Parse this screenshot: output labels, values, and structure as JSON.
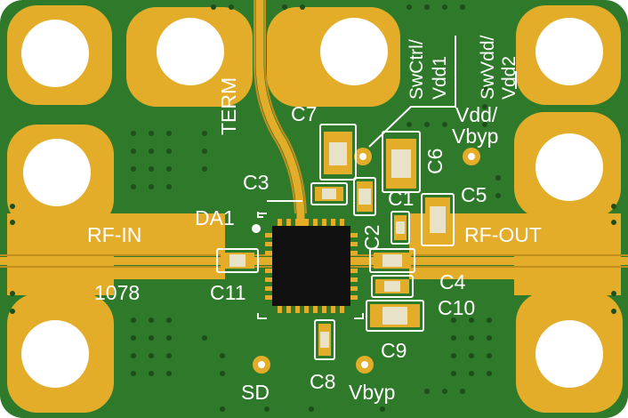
{
  "board": {
    "colors": {
      "soldermask": "#2f7a2a",
      "copper": "#e3ad2a",
      "copper_dark": "#c28e1d",
      "silkscreen": "#ffffff",
      "chip": "#111111",
      "component_body": "#e8e2c8"
    },
    "labels": {
      "term": "TERM",
      "c7": "C7",
      "c3": "C3",
      "da1": "DA1",
      "rf_in": "RF-IN",
      "part_number": "1078",
      "c11": "C11",
      "c1": "C1",
      "c2": "C2",
      "c6": "C6",
      "c5": "C5",
      "vdd_vbyp_1": "Vdd/",
      "vdd_vbyp_2": "Vbyp",
      "swctrl_1": "SwCtrl/",
      "swctrl_2": "Vdd1",
      "swvdd_1": "SwVdd/",
      "swvdd_2": "Vdd2",
      "rf_out": "RF-OUT",
      "c4": "C4",
      "c10": "C10",
      "c9": "C9",
      "c8": "C8",
      "sd": "SD",
      "vbyp": "Vbyp"
    }
  }
}
